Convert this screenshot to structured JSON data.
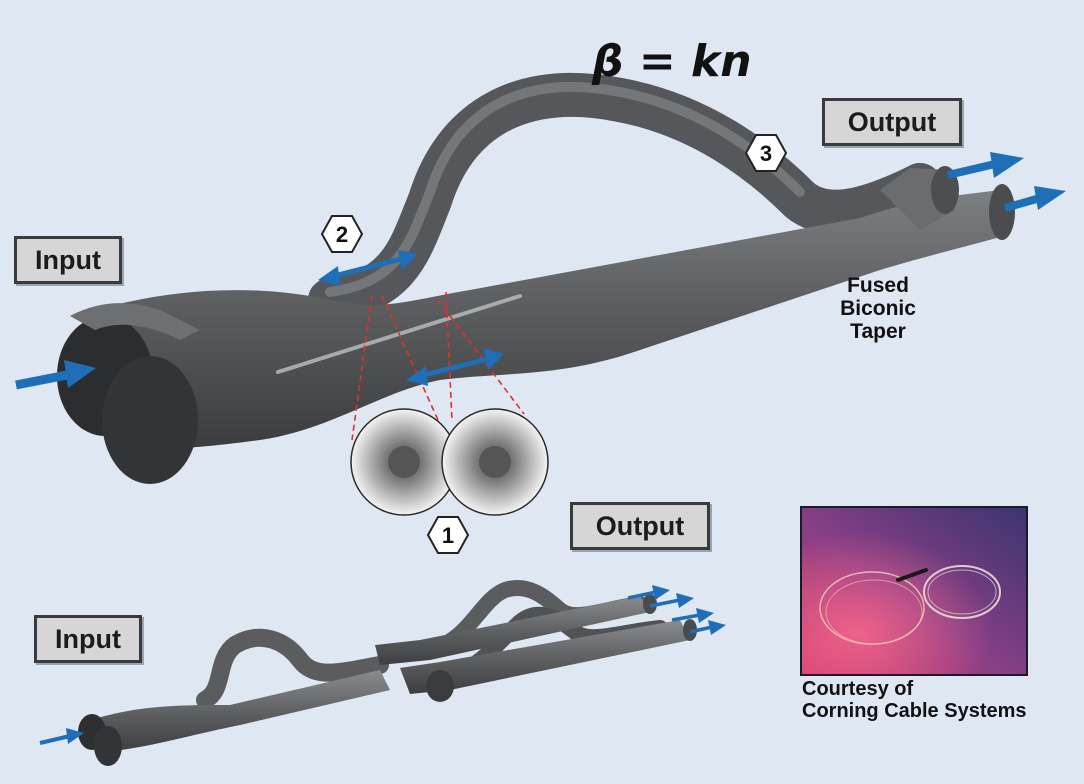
{
  "formula": "β = kn",
  "labels": {
    "input_top": "Input",
    "output_top": "Output",
    "output_bottom": "Output",
    "input_bottom": "Input"
  },
  "markers": {
    "one": "1",
    "two": "2",
    "three": "3"
  },
  "fused_biconic_taper": {
    "line1": "Fused",
    "line2": "Biconic",
    "line3": "Taper"
  },
  "credit": {
    "line1": "Courtesy of",
    "line2": "Corning Cable Systems"
  },
  "colors": {
    "background": "#dfe7f3",
    "fiber": "#5a5c5e",
    "arrow": "#1f6fb8",
    "dashed": "#e0302a"
  }
}
